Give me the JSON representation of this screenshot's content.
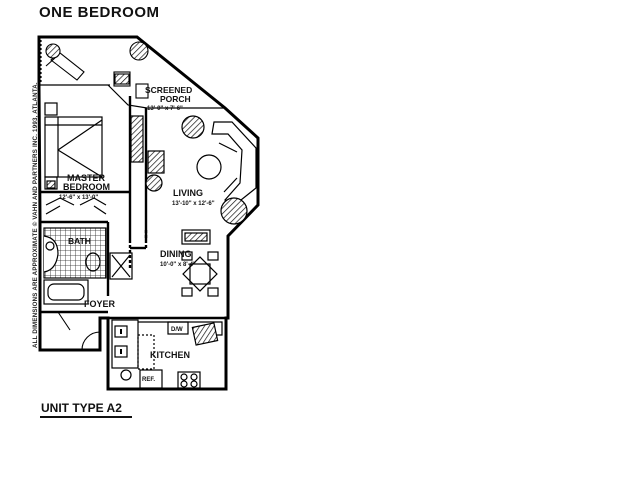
{
  "title": "ONE BEDROOM",
  "unit_type": "UNIT TYPE A2",
  "side_note": "ALL DIMENSIONS ARE APPROXIMATE © VAHN AND PARTNERS INC. 1993, ATLANTA.",
  "rooms": {
    "porch": {
      "name_line1": "SCREENED",
      "name_line2": "PORCH",
      "dims": "13'-0\" x 7'-6\""
    },
    "master": {
      "name_line1": "MASTER",
      "name_line2": "BEDROOM",
      "dims": "12'-6\" x 13'-0\""
    },
    "living": {
      "name": "LIVING",
      "dims": "13'-10\" x 12'-6\""
    },
    "dining": {
      "name": "DINING",
      "dims": "10'-0\" x 8'-4\""
    },
    "bath": {
      "name": "BATH"
    },
    "foyer": {
      "name": "FOYER"
    },
    "kitchen": {
      "name": "KITCHEN"
    }
  },
  "fixtures": {
    "dishwasher": "D/W",
    "refrigerator": "REF."
  }
}
